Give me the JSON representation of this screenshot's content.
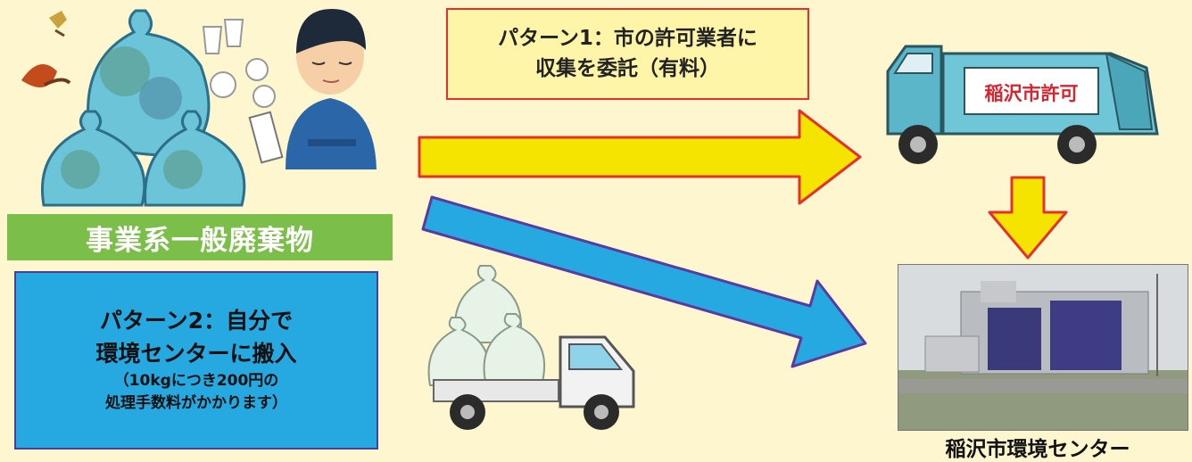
{
  "waste_label": "事業系一般廃棄物",
  "pattern1": {
    "line1": "パターン1：市の許可業者に",
    "line2": "収集を委託（有料）"
  },
  "pattern2": {
    "line1": "パターン2：自分で",
    "line2": "環境センターに搬入",
    "line3": "（10kgにつき200円の",
    "line4": "処理手数料がかかります）"
  },
  "truck_sign": "稲沢市許可",
  "center_caption": "稲沢市環境センター",
  "colors": {
    "background": "#fdf6cf",
    "green": "#7bbf4a",
    "blue": "#26a9e0",
    "yellow_arrow": "#f4e400",
    "arrow_outline": "#e4322b",
    "blue_arrow_outline": "#5a3aa0"
  }
}
